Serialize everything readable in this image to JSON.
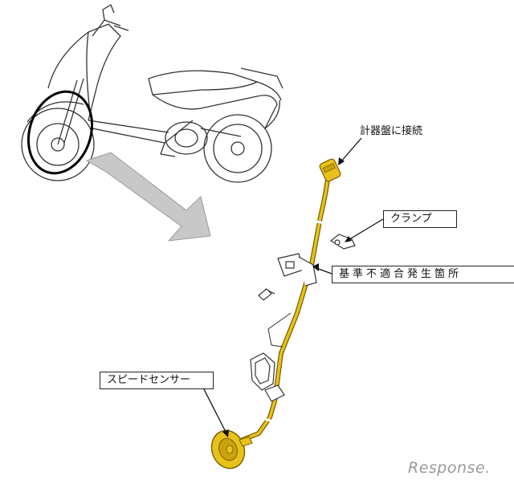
{
  "labels": {
    "connect_to_meter": "計器盤に接続",
    "clamp": "クランプ",
    "defect_location": "基準不適合発生箇所",
    "speed_sensor": "スピードセンサー"
  },
  "watermark": "Response.",
  "colors": {
    "cable": "#e8c21a",
    "cable_outline": "#7a5f00",
    "line_art": "#333333",
    "arrow_fill": "#c8c8c8",
    "highlight_ellipse": "#000000"
  }
}
